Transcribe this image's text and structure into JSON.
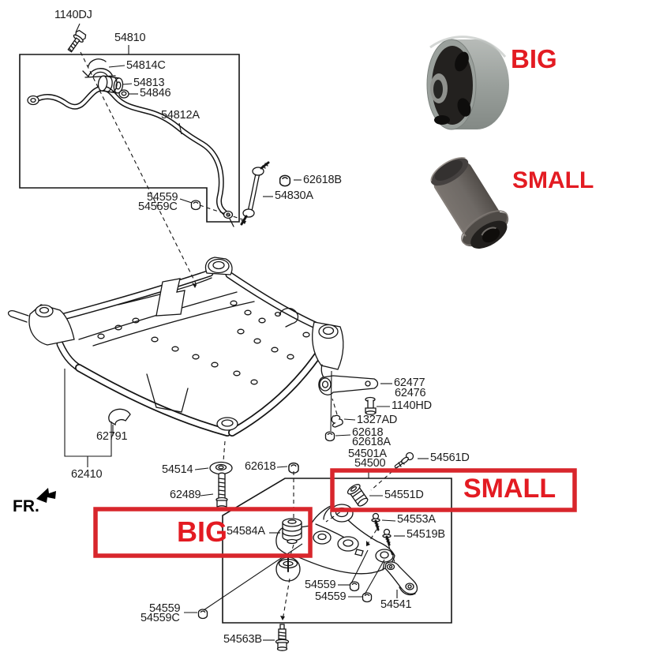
{
  "fr_label": "FR.",
  "photos": {
    "big_caption": "BIG",
    "small_caption": "SMALL"
  },
  "highlight_boxes": {
    "big_caption": "BIG",
    "small_caption": "SMALL"
  },
  "colors": {
    "caption_red": "#e31b22",
    "highlight_box_red": "#d8262c",
    "line_art": "#151515",
    "big_bushing_outer_gray": "#9aa09c",
    "big_bushing_core_black": "#23211f",
    "small_bushing_body_gray": "#6e6965",
    "small_bushing_end_black": "#211f1d"
  },
  "part_labels": [
    {
      "name": "bolt-1140dj",
      "text": "1140DJ"
    },
    {
      "name": "stabilizer-assy-54810",
      "text": "54810"
    },
    {
      "name": "bracket-54814c",
      "text": "54814C"
    },
    {
      "name": "bushing-54813",
      "text": "54813"
    },
    {
      "name": "nut-54846",
      "text": "54846"
    },
    {
      "name": "stabilizer-bar-54812a",
      "text": "54812A"
    },
    {
      "name": "nut-54559-upper",
      "text": "54559"
    },
    {
      "name": "nut-54559c-upper",
      "text": "54559C"
    },
    {
      "name": "nut-62618b",
      "text": "62618B"
    },
    {
      "name": "stabilizer-link-54830a",
      "text": "54830A"
    },
    {
      "name": "clamp-62791",
      "text": "62791"
    },
    {
      "name": "crossmember-62410",
      "text": "62410"
    },
    {
      "name": "washer-54514",
      "text": "54514"
    },
    {
      "name": "nut-62618-center",
      "text": "62618"
    },
    {
      "name": "bolt-62489",
      "text": "62489"
    },
    {
      "name": "roll-stopper-62477",
      "text": "62477"
    },
    {
      "name": "roll-stopper-62476",
      "text": "62476"
    },
    {
      "name": "bolt-1140hd",
      "text": "1140HD"
    },
    {
      "name": "clip-1327ad",
      "text": "1327AD"
    },
    {
      "name": "nut-62618-right",
      "text": "62618"
    },
    {
      "name": "nut-62618a",
      "text": "62618A"
    },
    {
      "name": "arm-assy-54501a",
      "text": "54501A"
    },
    {
      "name": "arm-assy-54500",
      "text": "54500"
    },
    {
      "name": "bolt-54561d",
      "text": "54561D"
    },
    {
      "name": "bushing-54551d",
      "text": "54551D"
    },
    {
      "name": "bolt-54553a",
      "text": "54553A"
    },
    {
      "name": "bolt-54519b",
      "text": "54519B"
    },
    {
      "name": "bushing-54584a",
      "text": "54584A"
    },
    {
      "name": "nut-54559-mid-1",
      "text": "54559"
    },
    {
      "name": "nut-54559-mid-2",
      "text": "54559"
    },
    {
      "name": "bracket-54541",
      "text": "54541"
    },
    {
      "name": "nut-54559-bottom",
      "text": "54559"
    },
    {
      "name": "nut-54559c-bottom",
      "text": "54559C"
    },
    {
      "name": "bolt-54563b",
      "text": "54563B"
    }
  ]
}
